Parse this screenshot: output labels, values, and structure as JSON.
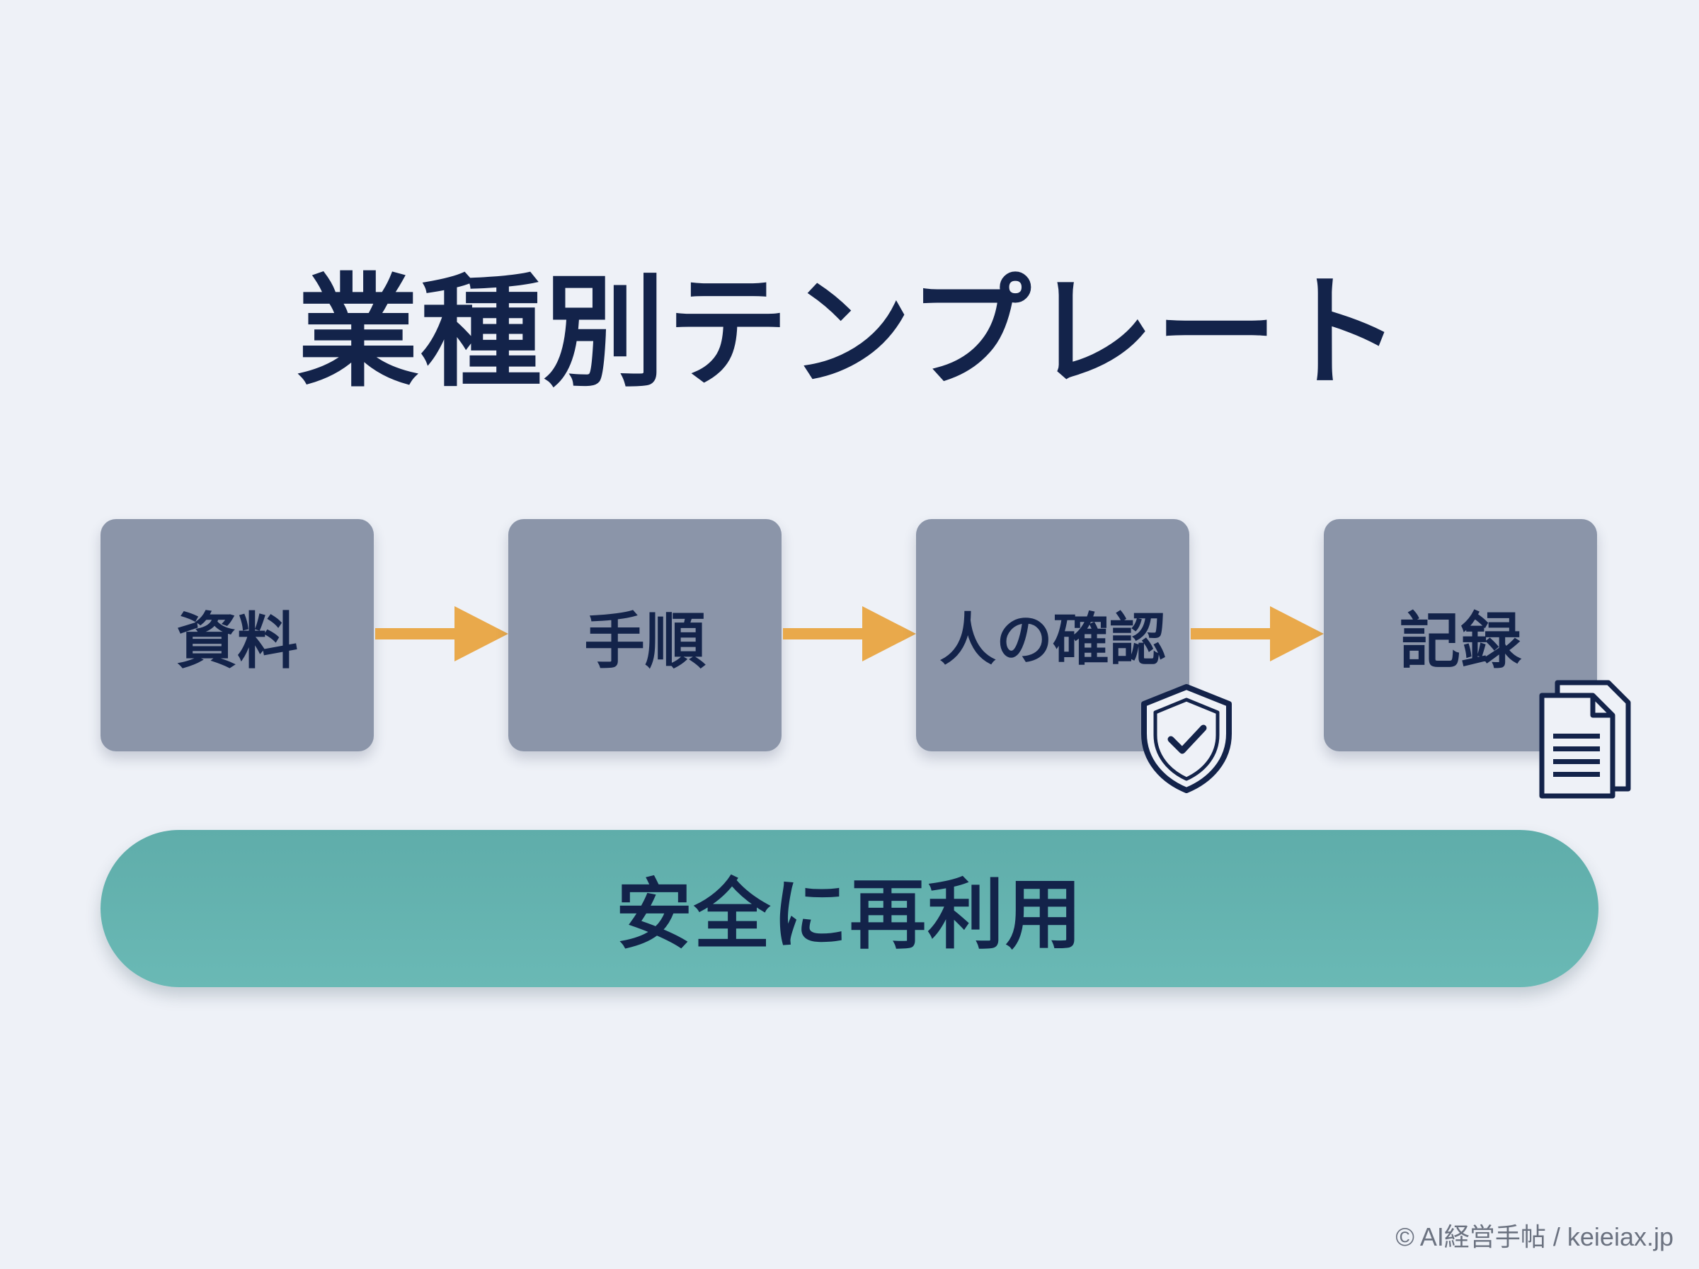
{
  "title": "業種別テンプレート",
  "flow": {
    "steps": [
      {
        "label": "資料"
      },
      {
        "label": "手順"
      },
      {
        "label": "人の確認"
      },
      {
        "label": "記録"
      }
    ],
    "arrow_color": "#e9a94b",
    "box_color": "#8b95a9"
  },
  "icons": {
    "confirm_step_icon": "shield-check-icon",
    "record_step_icon": "documents-icon"
  },
  "banner": {
    "label": "安全に再利用",
    "color": "#66b4b0"
  },
  "footer": {
    "copyright": "© AI経営手帖 / keieiax.jp"
  },
  "colors": {
    "background": "#eef1f7",
    "text": "#13234a"
  }
}
